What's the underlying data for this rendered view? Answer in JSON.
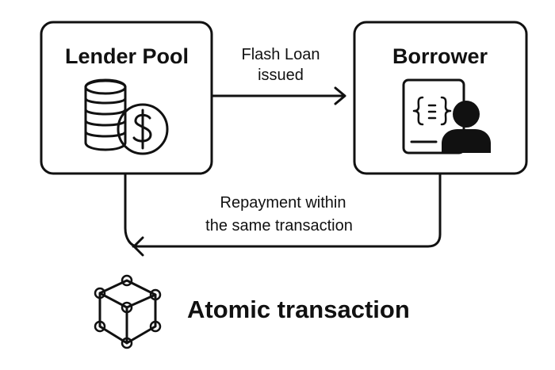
{
  "nodes": {
    "lender": {
      "title": "Lender Pool",
      "icon": "coins-dollar-icon"
    },
    "borrower": {
      "title": "Borrower",
      "icon": "developer-code-person-icon"
    }
  },
  "edges": {
    "loan": {
      "line1": "Flash Loan",
      "line2": "issued"
    },
    "repayment": {
      "line1": "Repayment within",
      "line2": "the same transaction"
    }
  },
  "footer": {
    "label": "Atomic transaction",
    "icon": "cube-network-icon"
  },
  "colors": {
    "stroke": "#111111",
    "background": "#ffffff"
  }
}
